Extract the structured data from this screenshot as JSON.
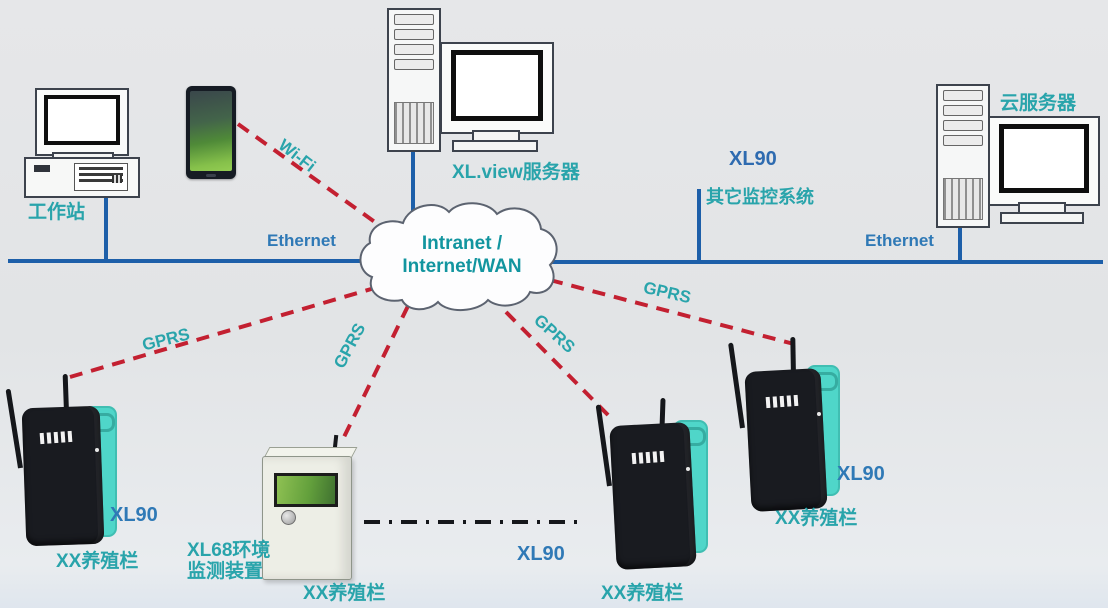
{
  "diagram_title": "XL90/XL68 livestock-farm GPRS monitoring network",
  "colors": {
    "background": "#e3e5e7",
    "line_blue": "#1d5fa9",
    "line_red": "#c32031",
    "teal_text": "#29a4ab",
    "blue_text": "#2f79b6",
    "cloud_text": "#12959f",
    "device_pad_teal": "#4fd6c9",
    "device_body_black": "#191b20"
  },
  "workstation": {
    "label": "工作站"
  },
  "xlview_server": {
    "label": "XL.view服务器"
  },
  "cloud_server": {
    "label": "云服务器"
  },
  "cloud": {
    "line1": "Intranet /",
    "line2": "Internet/WAN"
  },
  "network": {
    "ethernet_left": "Ethernet",
    "ethernet_right": "Ethernet",
    "xl90_top": "XL90",
    "other_systems": "其它监控系统",
    "wifi": "Wi-Fi",
    "gprs": "GPRS"
  },
  "devices": {
    "unit1": {
      "model": "XL90",
      "farm": "XX养殖栏"
    },
    "xl68": {
      "name_line1": "XL68环境",
      "name_line2": "监测装置",
      "farm": "XX养殖栏"
    },
    "ellipsis_model": "XL90",
    "unit3": {
      "farm": "XX养殖栏"
    },
    "unit4": {
      "model": "XL90",
      "farm": "XX养殖栏"
    }
  }
}
